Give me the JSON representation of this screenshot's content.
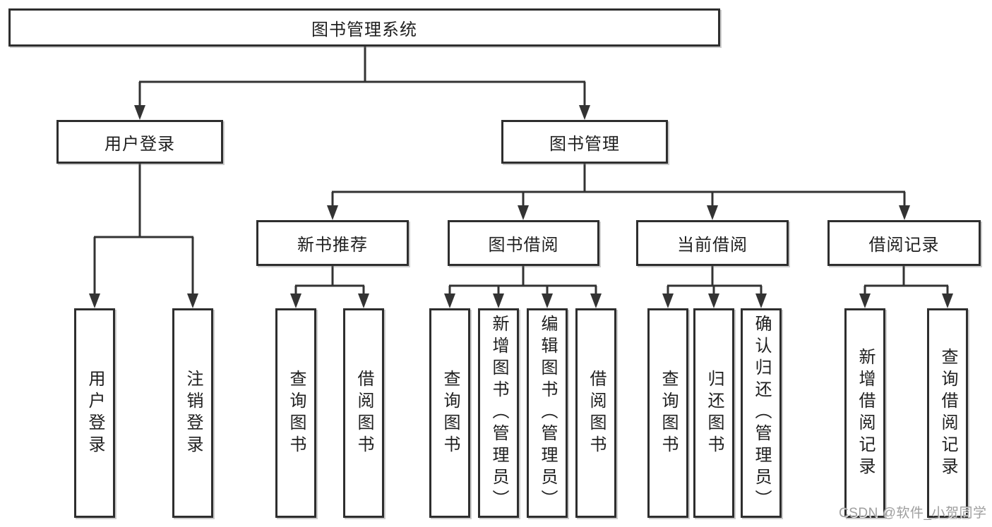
{
  "diagram": {
    "root": "图书管理系统",
    "children": [
      {
        "label": "用户登录",
        "children": [
          "用户登录",
          "注销登录"
        ]
      },
      {
        "label": "图书管理",
        "children": [
          {
            "label": "新书推荐",
            "children": [
              "查询图书",
              "借阅图书"
            ]
          },
          {
            "label": "图书借阅",
            "children": [
              "查询图书",
              "新增图书（管理员）",
              "编辑图书（管理员）",
              "借阅图书"
            ]
          },
          {
            "label": "当前借阅",
            "children": [
              "查询图书",
              "归还图书",
              "确认归还（管理员）"
            ]
          },
          {
            "label": "借阅记录",
            "children": [
              "新增借阅记录",
              "查询借阅记录"
            ]
          }
        ]
      }
    ]
  },
  "watermark": "CSDN @软件_小贺同学",
  "colors": {
    "line": "#333333",
    "box_border": "#2e2e2e",
    "text": "#1f1f1f",
    "watermark": "#9e9e9e",
    "background": "#ffffff"
  }
}
